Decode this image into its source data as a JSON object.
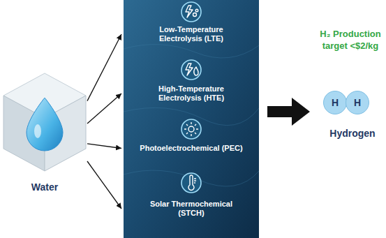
{
  "diagram": {
    "nodes": [
      {
        "text": [
          "Water"
        ]
      },
      {
        "text": [
          "Low-Temperature Electrolysis (LTE)"
        ]
      },
      {
        "text": [
          "High-Temperature Electrolysis (HTE)"
        ]
      },
      {
        "text": [
          "Photoelectrochemical (PEC)"
        ]
      },
      {
        "text": [
          "Solar Thermochemical (STCH)"
        ]
      },
      {
        "text": [
          "H"
        ]
      },
      {
        "text": [
          "H"
        ]
      }
    ],
    "edges": [
      {
        "from": 0,
        "to": 1,
        "arrow": "to"
      },
      {
        "from": 0,
        "to": 2,
        "arrow": "to"
      },
      {
        "from": 0,
        "to": 3,
        "arrow": "to"
      },
      {
        "from": 0,
        "to": 4,
        "arrow": "to"
      }
    ],
    "labels": [
      "H₂ Production target <$2/kg",
      "Hydrogen"
    ]
  }
}
